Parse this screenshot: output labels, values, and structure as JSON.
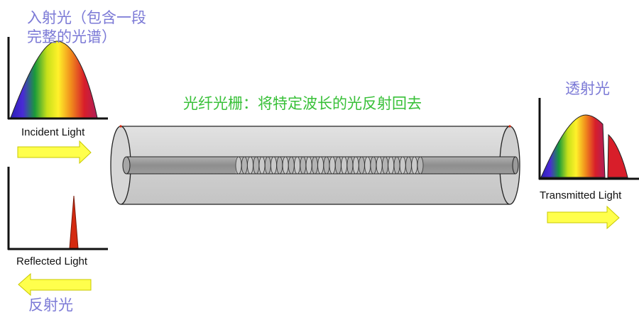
{
  "incident": {
    "cn_label": "入射光（包含一段完整的光谱）",
    "en_label": "Incident Light"
  },
  "reflected": {
    "cn_label": "反射光",
    "en_label": "Reflected Light"
  },
  "transmitted": {
    "cn_label": "透射光",
    "en_label": "Transmitted Light"
  },
  "grating": {
    "caption": "光纤光栅：将特定波长的光反射回去"
  },
  "colors": {
    "label_blue": "#7b79d6",
    "caption_green": "#38c038",
    "arrow_yellow": "#ffff4c",
    "arrow_outline": "#c8c800",
    "reflected_peak": "#d42a10"
  }
}
